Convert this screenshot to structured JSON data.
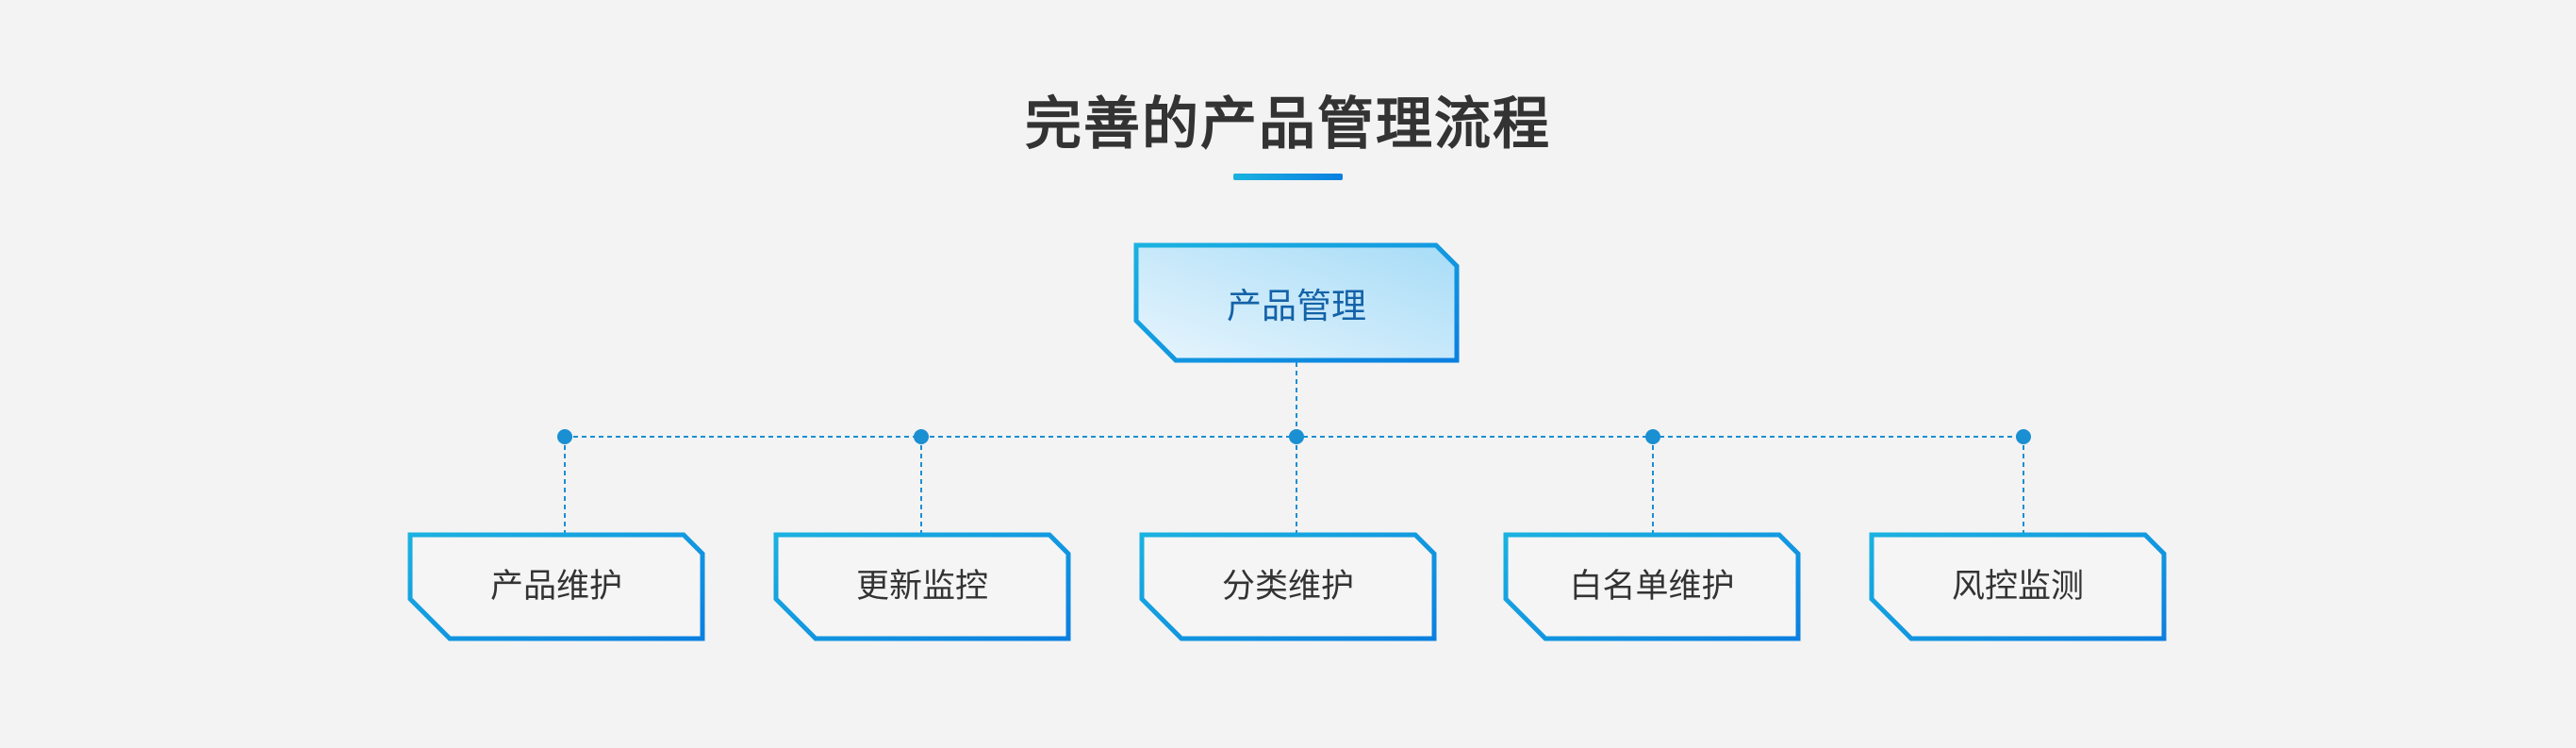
{
  "title": "完善的产品管理流程",
  "colors": {
    "background": "#f3f3f3",
    "title_text": "#333333",
    "accent_light": "#1ab2e0",
    "accent_dark": "#0b7fe0",
    "connector": "#1a8fd2",
    "root_fill_light": "#e7f5fd",
    "root_fill_dark": "#a7dcf7",
    "root_text": "#1462a8",
    "child_fill": "#f5f5f5",
    "child_text": "#333333"
  },
  "root": {
    "label": "产品管理"
  },
  "children": [
    {
      "label": "产品维护"
    },
    {
      "label": "更新监控"
    },
    {
      "label": "分类维护"
    },
    {
      "label": "白名单维护"
    },
    {
      "label": "风控监测"
    }
  ]
}
